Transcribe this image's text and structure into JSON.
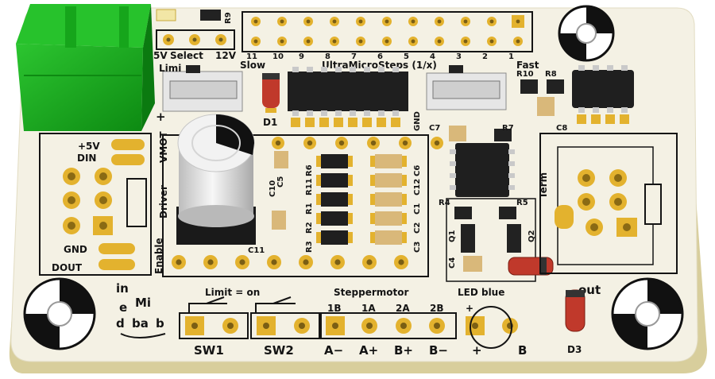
{
  "top_header": {
    "power_labels": [
      "5V",
      "Select",
      "12V"
    ],
    "step_numbers": [
      "11",
      "10",
      "9",
      "8",
      "7",
      "6",
      "5",
      "4",
      "3",
      "2",
      "1"
    ],
    "slow": "Slow",
    "fast": "Fast",
    "ultramicrosteps": "UltraMicroSteps (1/x)",
    "r9": "R9"
  },
  "left_connector": {
    "pins": [
      "+5V",
      "DIN",
      "GND",
      "DOUT"
    ],
    "side_labels": [
      "VMOT",
      "Driver",
      "Enable"
    ],
    "in_label": "in",
    "plus": "+"
  },
  "components": {
    "d1": "D1",
    "d3": "D3",
    "c5": "C5",
    "c10": "C10",
    "c11": "C11",
    "r_left_column": [
      "R6",
      "R11",
      "R1",
      "R2",
      "R3"
    ],
    "c_right_column": [
      "C6",
      "C12",
      "C1",
      "C2",
      "C3"
    ],
    "c7": "C7",
    "r7": "R7",
    "r10": "R10",
    "r8": "R8",
    "c8": "C8",
    "r4": "R4",
    "r5": "R5",
    "q1": "Q1",
    "q2": "Q2",
    "c4": "C4",
    "gnd": "GND",
    "term": "Term",
    "limit_partial": "Limi",
    "out_label": "out"
  },
  "bottom": {
    "limit_on": "Limit = on",
    "steppermotor": "Steppermotor",
    "led_blue": "LED blue",
    "coil_labels": [
      "1B",
      "1A",
      "2A",
      "2B"
    ],
    "switch_labels": [
      "SW1",
      "SW2"
    ],
    "motor_labels": [
      "A−",
      "A+",
      "B+",
      "B−"
    ],
    "led_plus": "+",
    "led_b": "B",
    "logo_text": [
      "e",
      "Mi",
      "d",
      "ba",
      "b"
    ]
  },
  "colors": {
    "board": "#f4f1e4",
    "board_edge": "#d8ce9c",
    "pad_gold": "#e3b22e",
    "terminal_green": "#18a11c",
    "silkscreen": "#141414",
    "chip_black": "#1f1f1f",
    "led_red": "#c0392b"
  }
}
